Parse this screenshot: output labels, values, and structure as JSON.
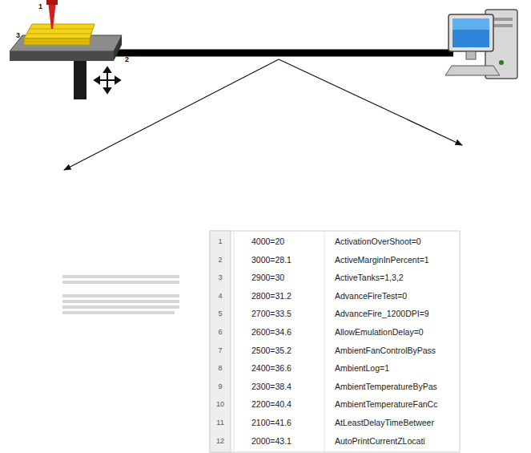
{
  "diagram": {
    "labels": [
      "1",
      "3",
      "2",
      "1",
      "4000=20",
      "ActivationOverShoot=0",
      "2",
      "3000=28.1",
      "ActiveMarginInPercent=1",
      "3",
      "2900=30",
      "ActiveTanks=1,3,2",
      "4",
      "2800=31.2",
      "AdvanceFireTest=0",
      "5",
      "2700=33.5",
      "AdvanceFire_1200DPI=9",
      "6",
      "2600=34.6",
      "AllowEmulationDelay=0",
      "7",
      "2500=35.2",
      "AmbientFanControlByPass",
      "8",
      "2400=36.6",
      "AmbientLog=1",
      "9",
      "2300=38.4",
      "AmbientTemperatureByPas",
      "10",
      "2200=40.4",
      "AmbientTemperatureFanCc",
      "11",
      "2100=41.6",
      "AtLeastDelayTimeBetweer",
      "12",
      "2000=43.1",
      "AutoPrintCurrentZLocati"
    ]
  }
}
